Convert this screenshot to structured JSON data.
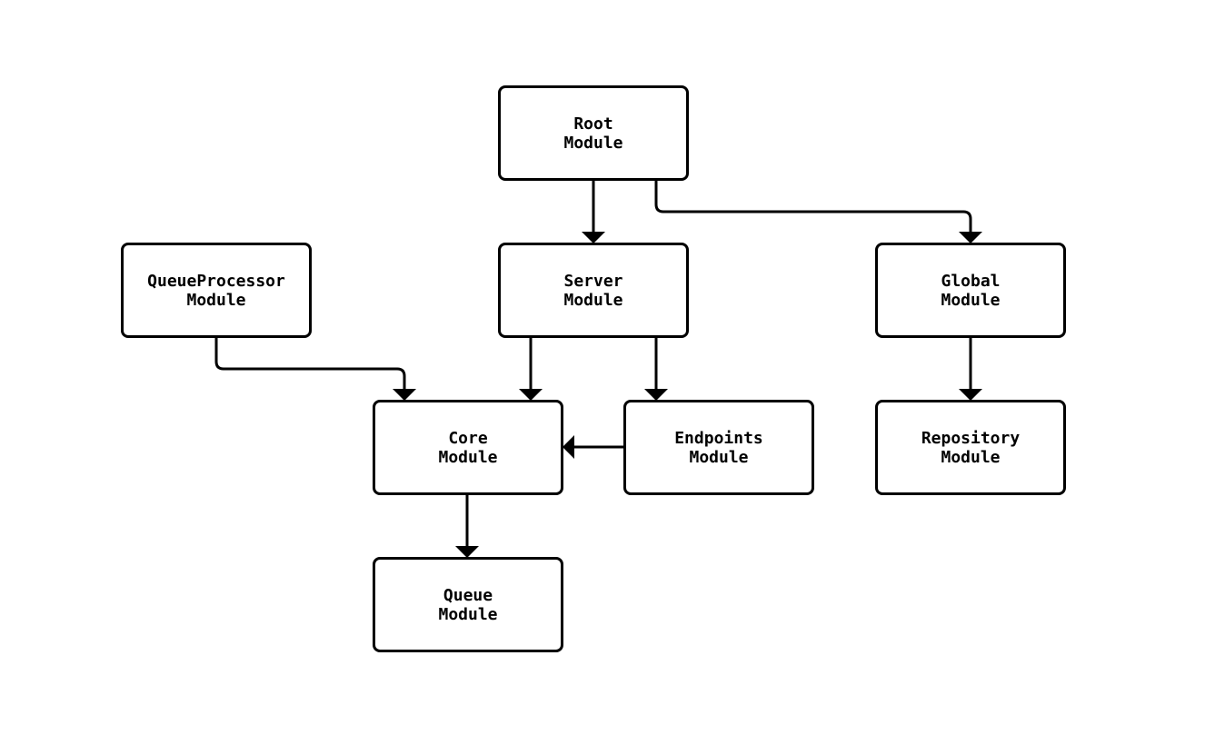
{
  "diagram": {
    "nodes": [
      {
        "id": "root",
        "lines": [
          "Root",
          "Module"
        ]
      },
      {
        "id": "server",
        "lines": [
          "Server",
          "Module"
        ]
      },
      {
        "id": "global",
        "lines": [
          "Global",
          "Module"
        ]
      },
      {
        "id": "queueprocessor",
        "lines": [
          "QueueProcessor",
          "Module"
        ]
      },
      {
        "id": "core",
        "lines": [
          "Core",
          "Module"
        ]
      },
      {
        "id": "endpoints",
        "lines": [
          "Endpoints",
          "Module"
        ]
      },
      {
        "id": "repository",
        "lines": [
          "Repository",
          "Module"
        ]
      },
      {
        "id": "queue",
        "lines": [
          "Queue",
          "Module"
        ]
      }
    ],
    "edges": [
      {
        "from": "root",
        "to": "server"
      },
      {
        "from": "root",
        "to": "global"
      },
      {
        "from": "queueprocessor",
        "to": "core"
      },
      {
        "from": "server",
        "to": "core"
      },
      {
        "from": "server",
        "to": "endpoints"
      },
      {
        "from": "global",
        "to": "repository"
      },
      {
        "from": "endpoints",
        "to": "core"
      },
      {
        "from": "core",
        "to": "queue"
      }
    ],
    "colors": {
      "stroke": "#000000",
      "fill": "#ffffff"
    }
  }
}
